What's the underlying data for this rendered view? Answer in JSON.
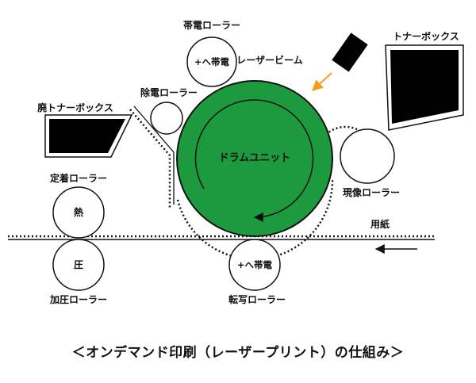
{
  "colors": {
    "drum": "#1e9a3e",
    "stroke": "#111111",
    "laser_arrow": "#f0a020",
    "box_fill": "#000000"
  },
  "labels": {
    "charge_roller": "帯電ローラー",
    "charge_roller_inner": "+へ帯電",
    "laser_beam": "レーザービーム",
    "toner_box": "トナーボックス",
    "waste_toner_box": "廃トナーボックス",
    "discharge_roller": "除電ローラー",
    "drum_unit": "ドラムユニット",
    "developing_roller": "現像ローラー",
    "fixing_roller": "定着ローラー",
    "heat": "熱",
    "pressure": "圧",
    "pressure_roller": "加圧ローラー",
    "paper": "用紙",
    "transfer_roller_inner": "+へ帯電",
    "transfer_roller": "転写ローラー"
  },
  "caption": "＜オンデマンド印刷（レーザープリント）の仕組み＞"
}
